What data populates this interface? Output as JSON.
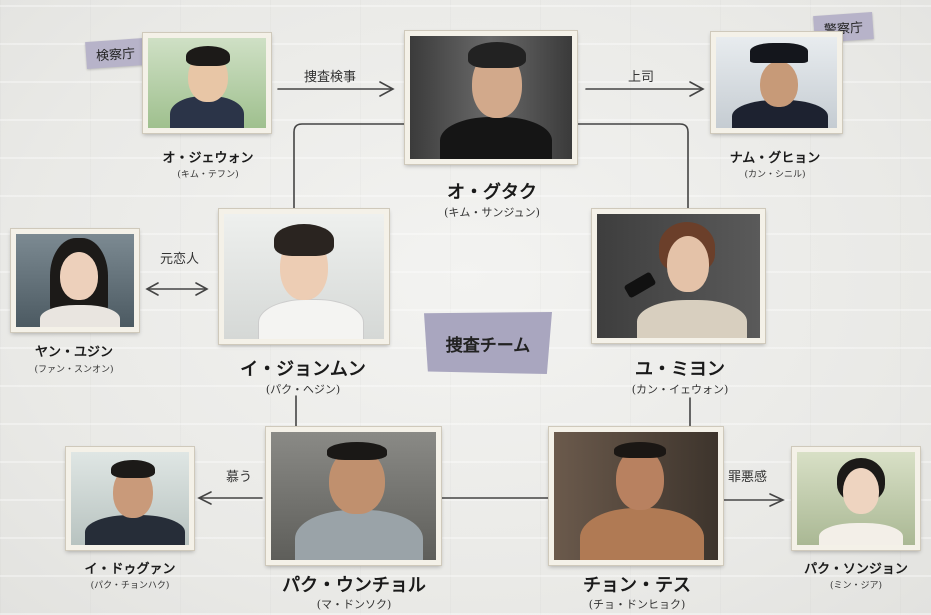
{
  "tags": {
    "prosecutor": "検察庁",
    "police": "警察庁",
    "team": "捜査チーム"
  },
  "relations": {
    "prosecutor_to_gutak": "捜査検事",
    "gutak_to_nam": "上司",
    "former_lover": "元恋人",
    "admire": "慕う",
    "guilt": "罪悪感"
  },
  "characters": [
    {
      "id": "oh_jaewon",
      "role": "オ・ジェウォン",
      "actor": "(キム・テフン)"
    },
    {
      "id": "oh_gutak",
      "role": "オ・グタク",
      "actor": "(キム・サンジュン)"
    },
    {
      "id": "nam_gucheon",
      "role": "ナム・グヒョン",
      "actor": "(カン・シニル)"
    },
    {
      "id": "yang_yujin",
      "role": "ヤン・ユジン",
      "actor": "(ファン・スンオン)"
    },
    {
      "id": "lee_jungmoon",
      "role": "イ・ジョンムン",
      "actor": "(パク・ヘジン)"
    },
    {
      "id": "yoo_mijung",
      "role": "ユ・ミヨン",
      "actor": "(カン・イェウォン)"
    },
    {
      "id": "lee_dogwang",
      "role": "イ・ドゥグァン",
      "actor": "(パク・チョンハク)"
    },
    {
      "id": "park_woongcheol",
      "role": "パク・ウンチョル",
      "actor": "(マ・ドンソク)"
    },
    {
      "id": "jung_taesu",
      "role": "チョン・テス",
      "actor": "(チョ・ドンヒョク)"
    },
    {
      "id": "park_sunjung",
      "role": "パク・ソンジョン",
      "actor": "(ミン・ジア)"
    }
  ]
}
